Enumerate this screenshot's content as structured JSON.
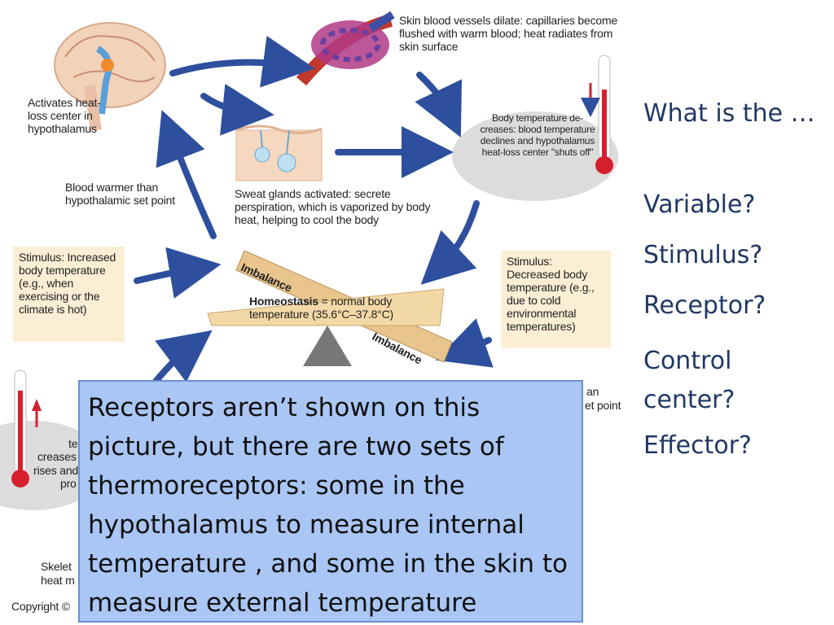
{
  "diagram": {
    "labels": {
      "skin_vessels": "Skin blood vessels dilate: capillaries become flushed with warm blood; heat radiates from skin surface",
      "activates": "Activates heat-loss center in hypothalamus",
      "body_temp_decreases": "Body temperature de-creases: blood temperature declines and hypothalamus heat-loss center \"shuts off\"",
      "blood_warmer": "Blood warmer than hypothalamic set point",
      "sweat_glands": "Sweat glands activated: secrete perspiration, which is vaporized by body heat, helping to cool the body",
      "stimulus_left": "Stimulus: Increased body temperature (e.g., when exercising or the climate is hot)",
      "stimulus_right": "Stimulus: Decreased body temperature (e.g., due to cold environmental temperatures)",
      "imbalance_top": "Imbalance",
      "imbalance_bottom": "Imbalance",
      "homeostasis_bold": "Homeostasis",
      "homeostasis_rest": " = normal body temperature (35.6°C–37.8°C)",
      "partial_right_1": "an",
      "partial_right_2": "et point",
      "partial_left_1": "te",
      "partial_left_2": "creases",
      "partial_left_3": "rises and",
      "partial_left_4": "pro",
      "partial_left_5": "Skelet",
      "partial_left_6": "heat m",
      "copyright": "Copyright ©"
    }
  },
  "right_panel": {
    "heading": "What is the …",
    "questions": [
      "Variable?",
      "Stimulus?",
      "Receptor?",
      "Control center?",
      "Effector?"
    ]
  },
  "callout": {
    "text": "Receptors aren’t shown on this picture, but there are two sets of thermoreceptors:  some in the hypothalamus to measure internal temperature , and some in the skin to measure external temperature"
  },
  "colors": {
    "arrow": "#2e4f9e",
    "box_fill": "#fbeed5",
    "callout_fill": "#a9c6f5",
    "text_blue": "#1f3864"
  }
}
